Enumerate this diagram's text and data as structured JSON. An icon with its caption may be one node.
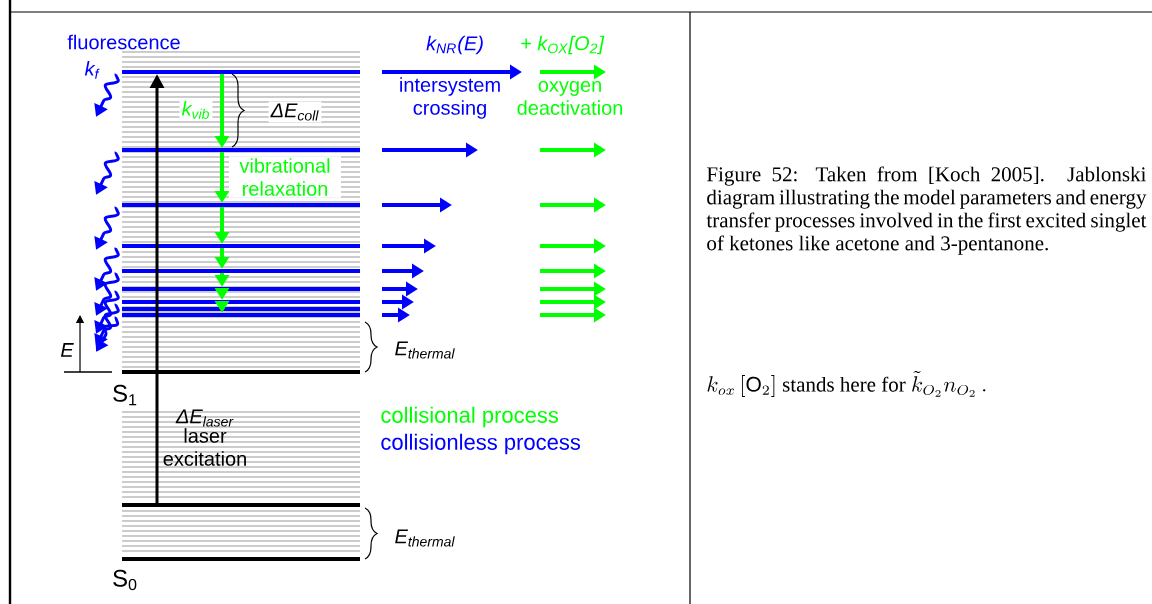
{
  "diagram": {
    "caption": "Figure 52: Taken from [Koch 2005]. Jablonski diagram illustrating the model parameters and energy transfer processes involved in the first excited singlet of ketones like acetone and 3-pentanone.",
    "labels": [
      "fluorescence",
      "k$_{f}$",
      "k$_{NR}$(E)",
      "+ k$_{OX}$[O$_{2}$]",
      "k$_{vib}$",
      "ΔE$_{coll}$",
      "intersystem crossing",
      "oxygen deactivation",
      "vibrational relaxation",
      "E",
      "E$_{thermal}$",
      "S$_{1}$",
      "ΔE$_{laser}$",
      "laser excitation",
      "E$_{thermal}$",
      "S$_{0}$",
      "k_{ox}\\left[\\mathrm{O}_2\\right]",
      "stands here for",
      "\\tilde{k}_{O_2}n_{O_2}\\,."
    ],
    "legend": [
      {
        "text": "collisional process",
        "color": "#00ff00"
      },
      {
        "text": "collisionless process",
        "color": "#0000ff"
      }
    ]
  }
}
